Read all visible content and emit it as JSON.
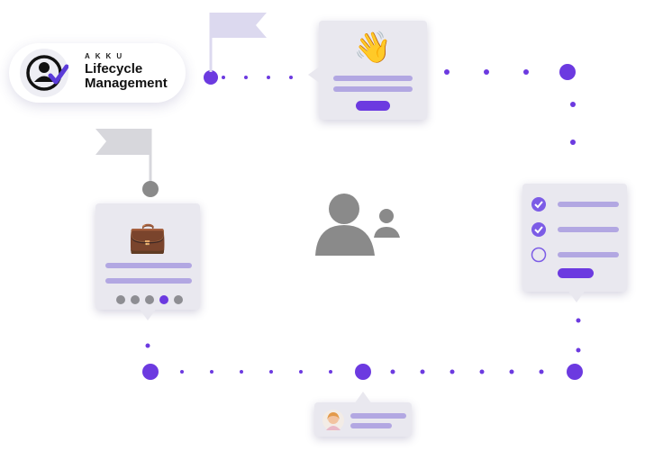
{
  "badge": {
    "brand": "AKKU",
    "title_line1": "Lifecycle",
    "title_line2": "Management",
    "icon": "user-cycle-check-icon"
  },
  "cards": {
    "welcome": {
      "emoji": "👋",
      "icon": "waving-hand-icon"
    },
    "work": {
      "emoji": "💼",
      "icon": "briefcase-icon",
      "steps_total": 5,
      "active_step": 4
    },
    "checklist": {
      "checked_items": 2,
      "total_items": 3
    },
    "profile": {
      "icon": "avatar-icon"
    }
  },
  "colors": {
    "accent": "#6c3ae0",
    "bar": "#b2a7e2",
    "card": "#e9e8ef",
    "flag": "#dcd9ef",
    "grey": "#8a8a8a"
  },
  "center": {
    "icon": "users-group-icon"
  }
}
